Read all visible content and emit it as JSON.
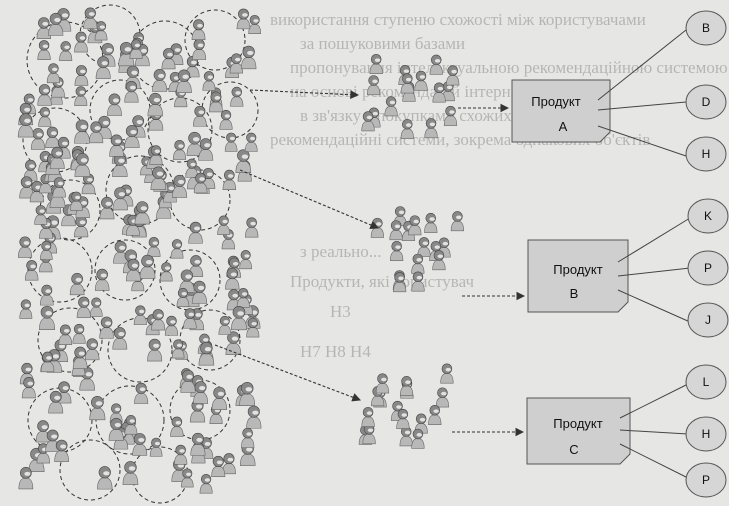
{
  "background_text": [
    "використання ступеню схожості між користувачами",
    "за пошуковими базами",
    "пропонування інтелектуальною рекомендаційною системою",
    "на основі рекомендацій інтернет-магазину",
    "в зв'язку з покупками схожих користувачів",
    "рекомендаційні системи, зокрема однакових об'єктів",
    "з реально...",
    "Продукти, які користувач",
    "H3",
    "H7  H8  H4"
  ],
  "products": [
    {
      "label_line1": "Продукт",
      "label_line2": "A",
      "features": [
        "B",
        "D",
        "H"
      ]
    },
    {
      "label_line1": "Продукт",
      "label_line2": "B",
      "features": [
        "K",
        "P",
        "J"
      ]
    },
    {
      "label_line1": "Продукт",
      "label_line2": "C",
      "features": [
        "L",
        "H",
        "P"
      ]
    }
  ],
  "colors": {
    "person_head": "#888888",
    "person_body": "#b8b8b8",
    "product_box": "#cfcfcf",
    "feature_circle": "#d6d6d6",
    "arrow": "#333333"
  }
}
